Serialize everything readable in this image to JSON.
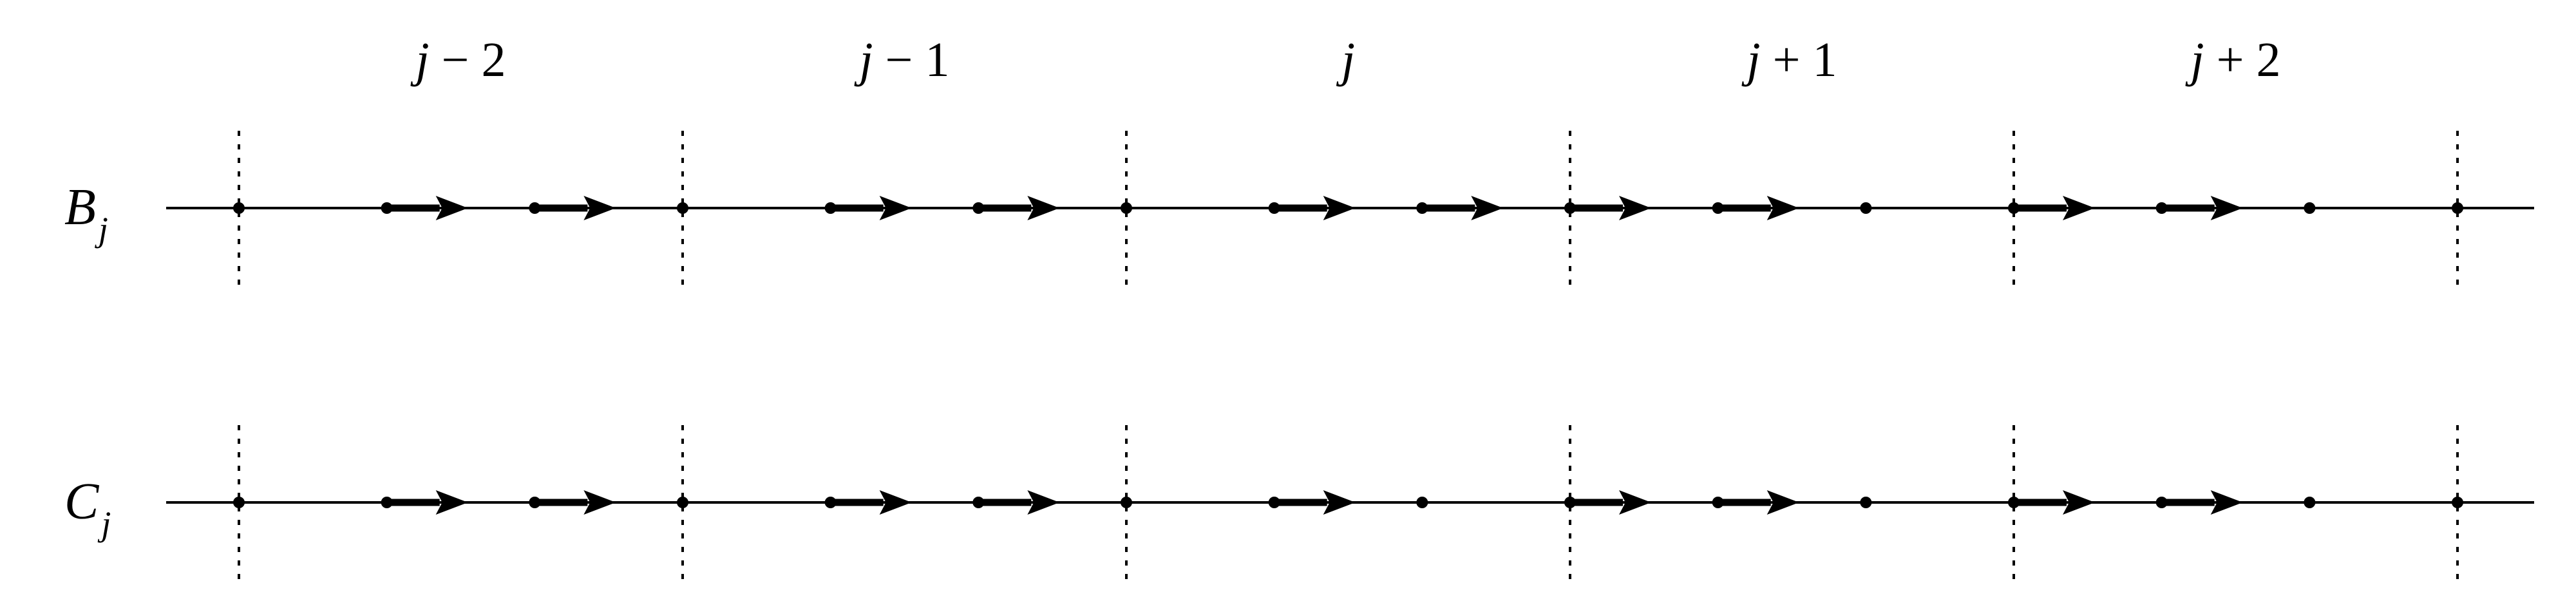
{
  "diagram": {
    "cells": [
      {
        "label_var": "j",
        "label_rest": " − 2"
      },
      {
        "label_var": "j",
        "label_rest": " − 1"
      },
      {
        "label_var": "j",
        "label_rest": ""
      },
      {
        "label_var": "j",
        "label_rest": " + 1"
      },
      {
        "label_var": "j",
        "label_rest": " + 2"
      }
    ],
    "rows": [
      {
        "name": "B",
        "subscript": "j",
        "arrows": [
          [
            true,
            true
          ],
          [
            true,
            true
          ],
          [
            true,
            true
          ],
          [
            true,
            true
          ],
          [
            true,
            true
          ]
        ]
      },
      {
        "name": "C",
        "subscript": "j",
        "arrows": [
          [
            true,
            true
          ],
          [
            true,
            true
          ],
          [
            true,
            false
          ],
          [
            true,
            true
          ],
          [
            true,
            true
          ]
        ]
      }
    ],
    "colors": {
      "ink": "#000000",
      "background": "#ffffff"
    }
  }
}
